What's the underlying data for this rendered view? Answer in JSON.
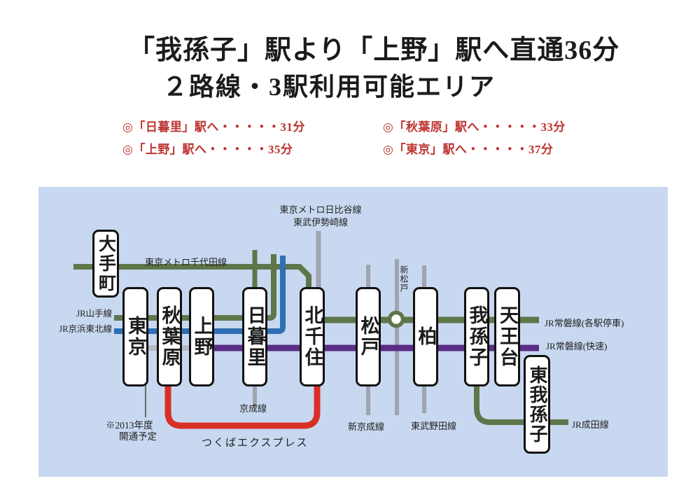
{
  "title": {
    "line1": "「我孫子」駅より「上野」駅へ直通36分",
    "line2": "２路線・3駅利用可能エリア"
  },
  "access_times": {
    "items": [
      {
        "text": "◎「日暮里」駅へ・・・・・31分"
      },
      {
        "text": "◎「上野」駅へ・・・・・35分"
      },
      {
        "text": "◎「秋葉原」駅へ・・・・・33分"
      },
      {
        "text": "◎「東京」駅へ・・・・・37分"
      }
    ]
  },
  "map": {
    "otemachi": "大手町",
    "stations": [
      "東京",
      "秋葉原",
      "上野",
      "日暮里",
      "北千住",
      "松戸",
      "柏",
      "我孫子",
      "天王台"
    ],
    "higashi_abiko": "東我孫子",
    "labels": {
      "chiyoda": "東京メトロ千代田線",
      "yamanote": "JR山手線",
      "keihin_tohoku": "JR京浜東北線",
      "hibiya": "東京メトロ日比谷線",
      "isesaki": "東武伊勢崎線",
      "shin_matsudo": "新松戸",
      "joban_local": "JR常磐線(各駅停車)",
      "joban_rapid": "JR常磐線(快速)",
      "narita": "JR成田線",
      "keisei": "京成線",
      "shin_keisei": "新京成線",
      "tobu_noda": "東武野田線",
      "tsukuba_express": "つくばエクスプレス",
      "note_2013_line1": "※2013年度",
      "note_2013_line2": "開通予定"
    },
    "colors": {
      "panel_bg": "#c8d8f0",
      "olive_line": "#5f764a",
      "blue_line": "#2e6fb5",
      "purple_line": "#5a2d85",
      "red_line": "#d92f26",
      "gray_line": "#9fa5b0",
      "light_gray_line": "#b5b9c4",
      "bullet_red": "#bd3431"
    }
  }
}
